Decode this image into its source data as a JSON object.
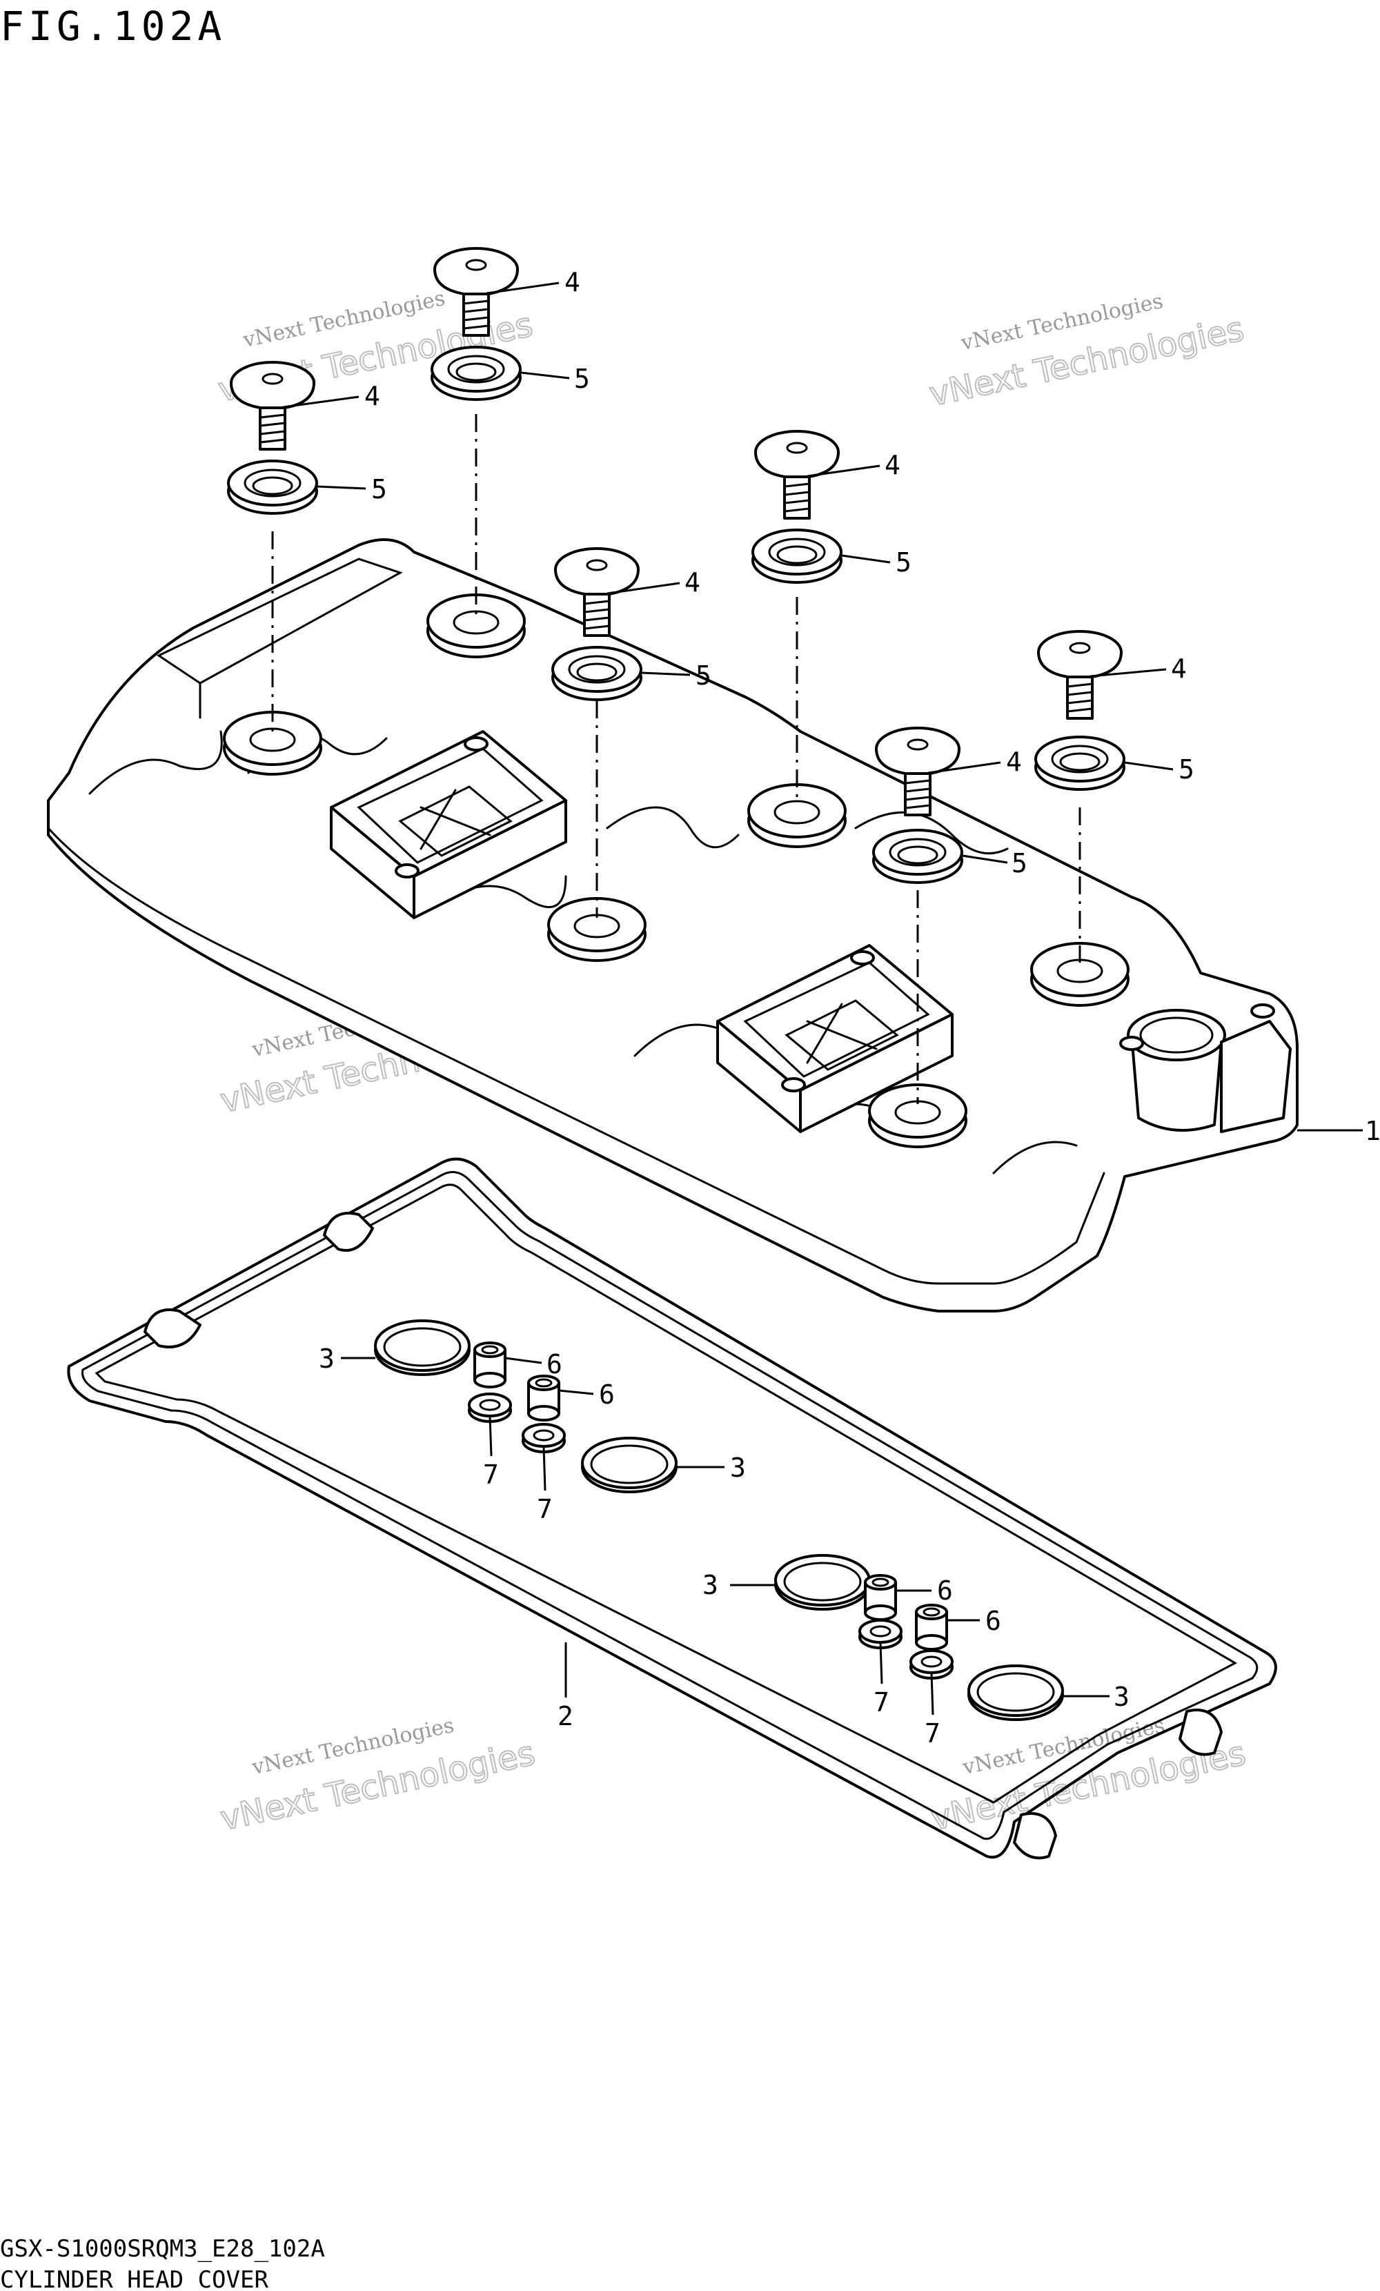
{
  "figure": {
    "title": "FIG.102A",
    "model_code": "GSX-S1000SRQM3_E28_102A",
    "caption": "CYLINDER HEAD COVER"
  },
  "watermark": {
    "line1": "vNext Technologies",
    "line2": "vNext Technologies"
  },
  "callouts": {
    "c1": "1",
    "c2": "2",
    "c3a": "3",
    "c3b": "3",
    "c3c": "3",
    "c3d": "3",
    "c4a": "4",
    "c4b": "4",
    "c4c": "4",
    "c4d": "4",
    "c4e": "4",
    "c4f": "4",
    "c5a": "5",
    "c5b": "5",
    "c5c": "5",
    "c5d": "5",
    "c5e": "5",
    "c5f": "5",
    "c6a": "6",
    "c6b": "6",
    "c6c": "6",
    "c6d": "6",
    "c7a": "7",
    "c7b": "7",
    "c7c": "7",
    "c7d": "7"
  }
}
